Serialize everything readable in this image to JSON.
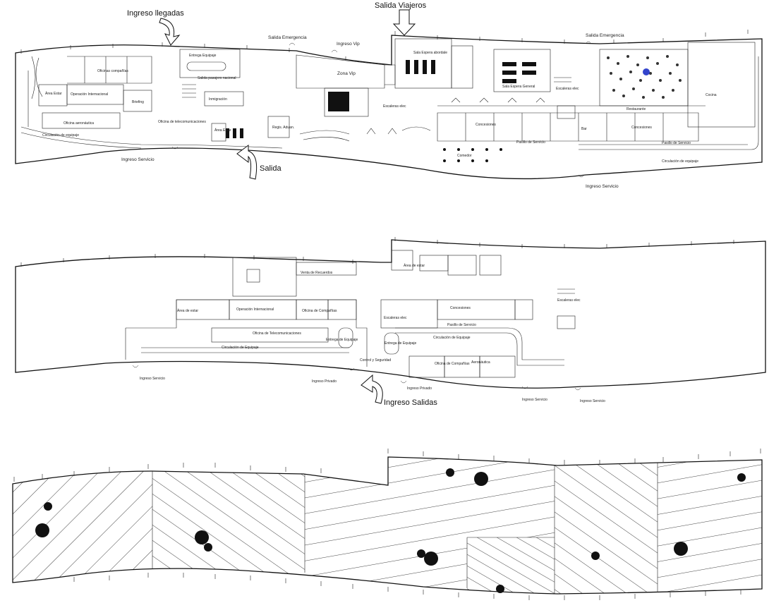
{
  "plan1": {
    "arrivals_entry": "Ingreso llegadas",
    "travelers_exit": "Salida Viajeros",
    "emergency_exit_1": "Salida Emergencia",
    "vip_entry": "Ingreso Vip",
    "emergency_exit_2": "Salida Emergencia",
    "service_entry_1": "Ingreso Servicio",
    "exit": "Salida",
    "service_entry_2": "Ingreso Servicio",
    "rooms": {
      "airline_offices": "Oficinas compañías",
      "rest_area": "Área Estar",
      "intl_operation": "Operación Internacional",
      "briefing": "Briefing",
      "airline_office": "Oficina aeronáutica",
      "baggage_circulation": "Circulación de equipaje",
      "baggage_delivery": "Entrega Equipaje",
      "national_exit": "Salida pasajero nacional",
      "immigration": "Inmigración",
      "telecom_office": "Oficina de telecomunicaciones",
      "rest_area_2": "Área Estar",
      "customs": "Regis. Aduan.",
      "vip_zone": "Zona Vip",
      "elec_stairs": "Escaleras elec",
      "boarding_wait": "Sala Espera abordale",
      "general_wait": "Sala Espera General",
      "elec_stairs_2": "Escaleras elec",
      "restaurant": "Restaurante",
      "kitchen": "Cocina",
      "concessions": "Concesiones",
      "bar": "Bar",
      "concessions_2": "Concesiones",
      "service_corridor": "Pasillo de Servicio",
      "service_corridor_2": "Pasillo de Servicio",
      "dining": "Comedor",
      "baggage_circulation_2": "Circulación de equipaje"
    }
  },
  "plan2": {
    "departures_entry": "Ingreso Salidas",
    "service_entry_1": "Ingreso Servicio",
    "private_entry_1": "Ingreso Privado",
    "private_entry_2": "Ingreso Privado",
    "service_entry_2": "Ingreso Servicio",
    "service_entry_3": "Ingreso Servicio",
    "rooms": {
      "souvenir_sale": "Venta de Recuerdos",
      "rest_area": "Área de estar",
      "intl_operation": "Operación Internacional",
      "airline_office": "Oficina de Compañías",
      "telecom_office": "Oficina de Telecomunicaciones",
      "baggage_circulation": "Circulación de Equipaje",
      "baggage_delivery": "Entrega de Equipaje",
      "control": "Control y Seguridad",
      "area_estar": "Área de estar",
      "elec_stairs": "Escaleras elec",
      "concessions": "Concesiones",
      "elec_stairs_2": "Escaleras elec",
      "baggage_delivery_2": "Entrega de Equipaje",
      "service_corridor": "Pasillo de Servicio",
      "baggage_circulation_2": "Circulación de Equipaje",
      "airline_office_2": "Oficina de Compañías",
      "aeronautics": "Aeronáutica"
    }
  },
  "colors": {
    "line": "#111111",
    "background": "#ffffff",
    "highlight": "#3344cc"
  }
}
